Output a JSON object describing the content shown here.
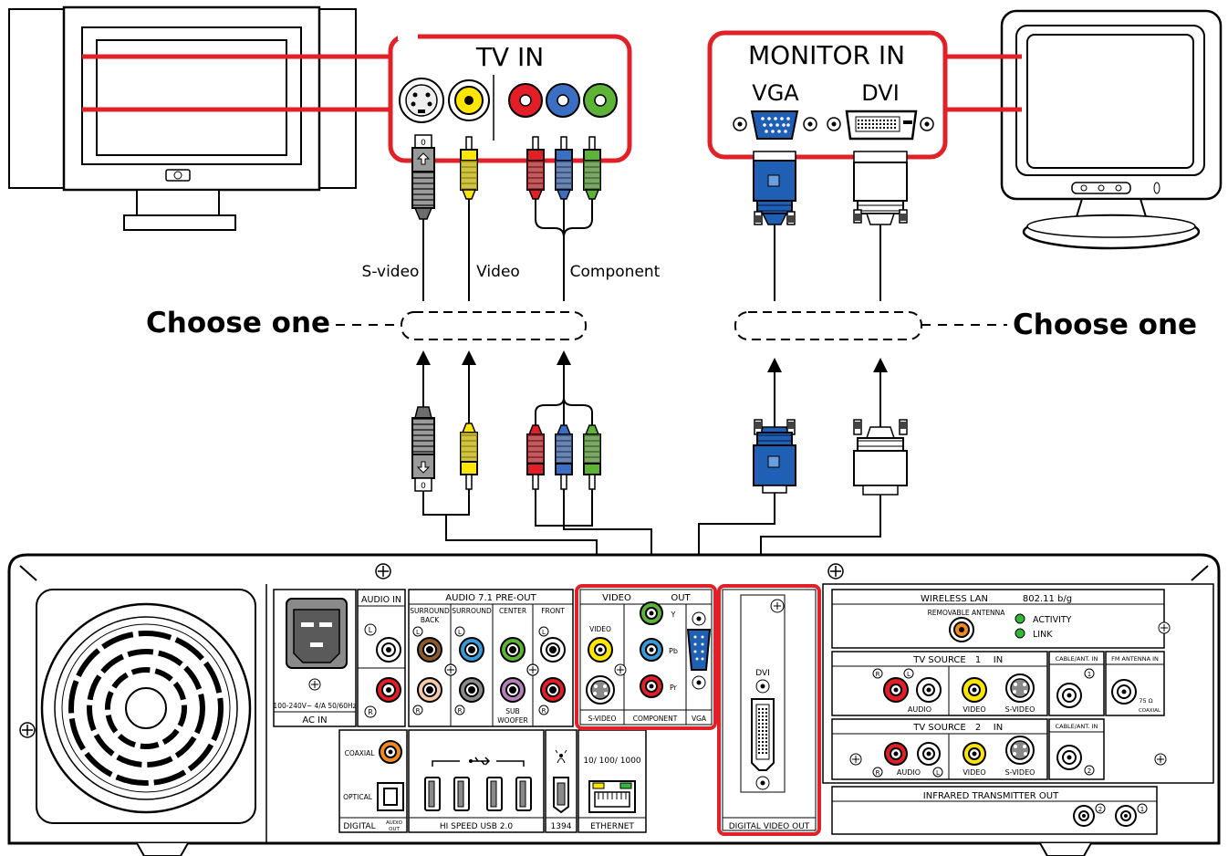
{
  "tv_panel": {
    "title": "TV IN"
  },
  "monitor_panel": {
    "title": "MONITOR IN",
    "vga_label": "VGA",
    "dvi_label": "DVI"
  },
  "cables": {
    "svideo": "S-video",
    "video": "Video",
    "component": "Component",
    "svideo_pin_top": "0",
    "svideo_pin_bottom": "0"
  },
  "choose_left": "Choose one",
  "choose_right": "Choose one",
  "back_panel": {
    "ac_in": {
      "rating": "100-240V~ 4/A 50/60Hz",
      "label": "AC IN"
    },
    "audio_in": {
      "title": "AUDIO IN",
      "left": "L",
      "right": "R"
    },
    "audio_71": {
      "title": "AUDIO 7.1 PRE-OUT",
      "surround_back": "SURROUND BACK",
      "surround": "SURROUND",
      "center": "CENTER",
      "front": "FRONT",
      "sub": "SUB WOOFER",
      "left": "L",
      "right": "R"
    },
    "digital_audio": {
      "coaxial": "COAXIAL",
      "optical": "OPTICAL",
      "label": "DIGITAL",
      "audio_out": "AUDIO OUT"
    },
    "usb": {
      "label": "HI SPEED USB 2.0",
      "symbol": "⭠⭢"
    },
    "firewire": {
      "label": "1394"
    },
    "ethernet": {
      "speed": "10/ 100/ 1000",
      "label": "ETHERNET"
    },
    "video_out": {
      "title_video": "VIDEO",
      "title_out": "OUT",
      "video": "VIDEO",
      "svideo": "S-VIDEO",
      "y": "Y",
      "pb": "Pb",
      "pr": "Pr",
      "component": "COMPONENT",
      "vga": "VGA"
    },
    "digital_video_out": {
      "dvi": "DVI",
      "label": "DIGITAL VIDEO OUT"
    },
    "wireless": {
      "title": "WIRELESS LAN",
      "standard": "802.11 b/g",
      "antenna": "REMOVABLE ANTENNA",
      "activity": "ACTIVITY",
      "link": "LINK"
    },
    "tv_source_1": {
      "title": "TV SOURCE",
      "num": "1",
      "in": "IN",
      "audio": "AUDIO",
      "video": "VIDEO",
      "svideo": "S-VIDEO",
      "right": "R",
      "left": "L"
    },
    "tv_source_2": {
      "title": "TV SOURCE",
      "num": "2",
      "in": "IN",
      "audio": "AUDIO",
      "video": "VIDEO",
      "svideo": "S-VIDEO",
      "right": "R",
      "left": "L"
    },
    "cable_ant_1": {
      "label": "CABLE/ANT. IN",
      "num": "1"
    },
    "fm_antenna": {
      "label": "FM ANTENNA IN",
      "ohms": "75 Ω",
      "coaxial": "COAXIAL"
    },
    "cable_ant_2": {
      "label": "CABLE/ANT. IN",
      "num": "2"
    },
    "infrared": {
      "title": "INFRARED TRANSMITTER OUT",
      "num2": "2",
      "num1": "1"
    }
  },
  "colors": {
    "highlight_red": "#e02128",
    "rca_yellow": "#ffe600",
    "rca_red": "#e41e26",
    "rca_blue": "#3a6fc4",
    "rca_green": "#5db336",
    "vga_blue": "#1f5fb4",
    "led_green": "#33b53a",
    "ac_gray": "#8a8a8a",
    "coax_orange": "#f08a1c",
    "brown": "#8b5a2b",
    "peach": "#f7c9a6",
    "violet": "#b77fb8"
  }
}
